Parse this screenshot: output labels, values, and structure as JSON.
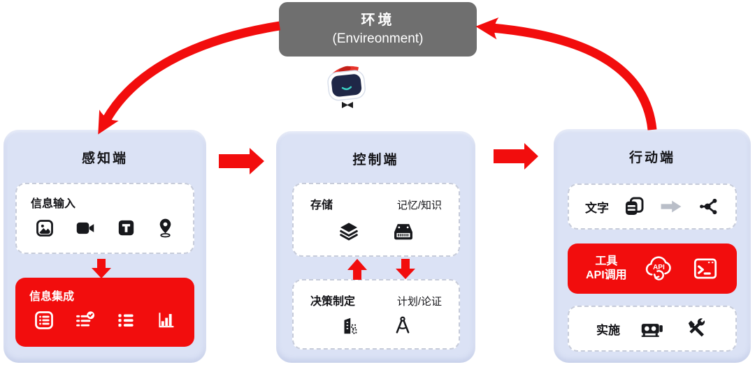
{
  "colors": {
    "accent_red": "#f20d0d",
    "panel_bg": "#dbe2f5",
    "environment_bg": "#6f6f6f",
    "icon_dark": "#17181c",
    "gray_arrow": "#b9bec8",
    "dashed_border": "#c7ccda"
  },
  "environment": {
    "title_zh": "环境",
    "title_en": "(Envireonment)"
  },
  "mascot": {
    "name": "robot-mascot"
  },
  "flow_arrows": [
    "environment-to-perception",
    "perception-to-control",
    "control-to-action",
    "action-to-environment"
  ],
  "panels": {
    "perception": {
      "title": "感知端",
      "input_box": {
        "label": "信息输入",
        "icons": [
          "image-icon",
          "video-camera-icon",
          "text-icon",
          "location-pin-icon"
        ]
      },
      "integration_box": {
        "label": "信息集成",
        "icons": [
          "list-box-icon",
          "checklist-icon",
          "bullet-list-icon",
          "bar-chart-icon"
        ]
      }
    },
    "control": {
      "title": "控制端",
      "storage_box": {
        "label": "存储",
        "sublabel": "记忆/知识",
        "icons": [
          "stack-icon",
          "storage-drive-icon"
        ]
      },
      "decision_box": {
        "label": "决策制定",
        "sublabel": "计划/论证",
        "icons": [
          "building-icon",
          "compass-icon"
        ]
      }
    },
    "action": {
      "title": "行动端",
      "text_box": {
        "label": "文字",
        "icons": [
          "copy-documents-icon",
          "arrow-right-icon",
          "share-network-icon"
        ]
      },
      "tool_box": {
        "label_line1": "工具",
        "label_line2": "API调用",
        "api_text": "API",
        "icons": [
          "cloud-api-icon",
          "terminal-icon"
        ]
      },
      "implement_box": {
        "label": "实施",
        "icons": [
          "machine-icon",
          "tools-icon"
        ]
      }
    }
  }
}
